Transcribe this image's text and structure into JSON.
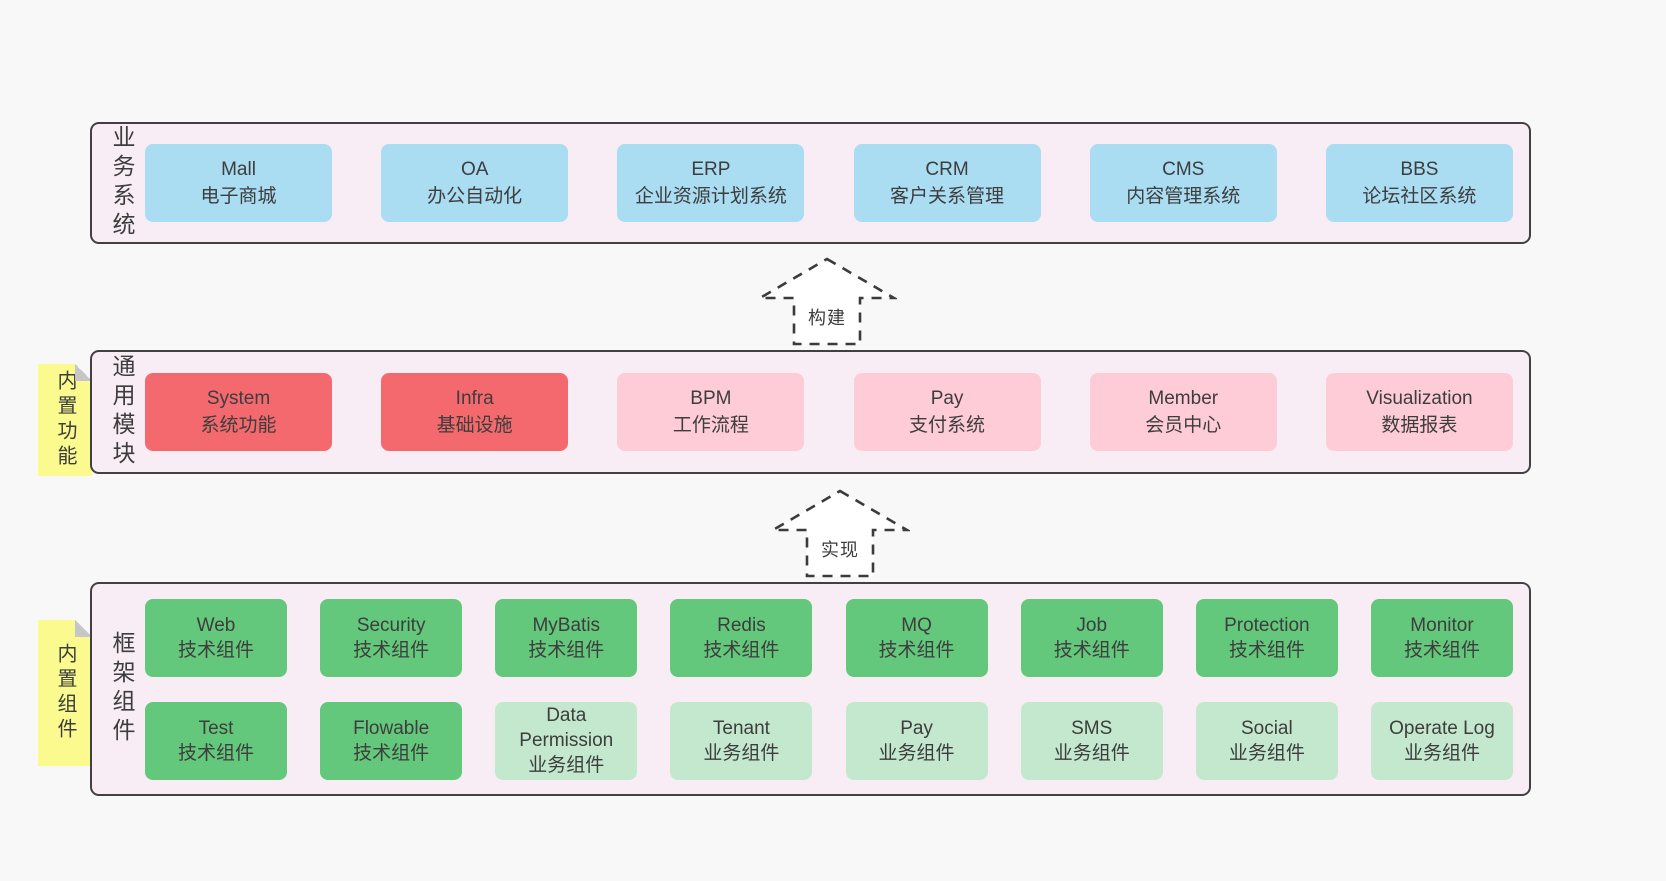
{
  "colors": {
    "page_bg": "#f8f8f8",
    "panel_bg": "#f8edf5",
    "panel_border": "#414141",
    "blue": "#aadcf2",
    "red": "#f4696e",
    "pink": "#fdccd6",
    "green_dark": "#64c87c",
    "green_light": "#c3e8cd",
    "sticky_yellow": "#fbfa8e",
    "fold_gray": "#c6c6c6",
    "text": "#3d3d3d"
  },
  "arrows": {
    "build": "构建",
    "implement": "实现"
  },
  "layers": {
    "business": {
      "label": "业务系统",
      "boxes": [
        {
          "title": "Mall",
          "subtitle": "电子商城"
        },
        {
          "title": "OA",
          "subtitle": "办公自动化"
        },
        {
          "title": "ERP",
          "subtitle": "企业资源计划系统"
        },
        {
          "title": "CRM",
          "subtitle": "客户关系管理"
        },
        {
          "title": "CMS",
          "subtitle": "内容管理系统"
        },
        {
          "title": "BBS",
          "subtitle": "论坛社区系统"
        }
      ]
    },
    "modules": {
      "label": "通用模块",
      "sticky": "内置功能",
      "boxes": [
        {
          "title": "System",
          "subtitle": "系统功能"
        },
        {
          "title": "Infra",
          "subtitle": "基础设施"
        },
        {
          "title": "BPM",
          "subtitle": "工作流程"
        },
        {
          "title": "Pay",
          "subtitle": "支付系统"
        },
        {
          "title": "Member",
          "subtitle": "会员中心"
        },
        {
          "title": "Visualization",
          "subtitle": "数据报表"
        }
      ]
    },
    "components": {
      "label": "框架组件",
      "sticky": "内置组件",
      "row1": [
        {
          "title": "Web",
          "subtitle": "技术组件"
        },
        {
          "title": "Security",
          "subtitle": "技术组件"
        },
        {
          "title": "MyBatis",
          "subtitle": "技术组件"
        },
        {
          "title": "Redis",
          "subtitle": "技术组件"
        },
        {
          "title": "MQ",
          "subtitle": "技术组件"
        },
        {
          "title": "Job",
          "subtitle": "技术组件"
        },
        {
          "title": "Protection",
          "subtitle": "技术组件"
        },
        {
          "title": "Monitor",
          "subtitle": "技术组件"
        }
      ],
      "row2": [
        {
          "title": "Test",
          "subtitle": "技术组件"
        },
        {
          "title": "Flowable",
          "subtitle": "技术组件"
        },
        {
          "title": "Data Permission",
          "subtitle": "业务组件"
        },
        {
          "title": "Tenant",
          "subtitle": "业务组件"
        },
        {
          "title": "Pay",
          "subtitle": "业务组件"
        },
        {
          "title": "SMS",
          "subtitle": "业务组件"
        },
        {
          "title": "Social",
          "subtitle": "业务组件"
        },
        {
          "title": "Operate Log",
          "subtitle": "业务组件"
        }
      ]
    }
  }
}
